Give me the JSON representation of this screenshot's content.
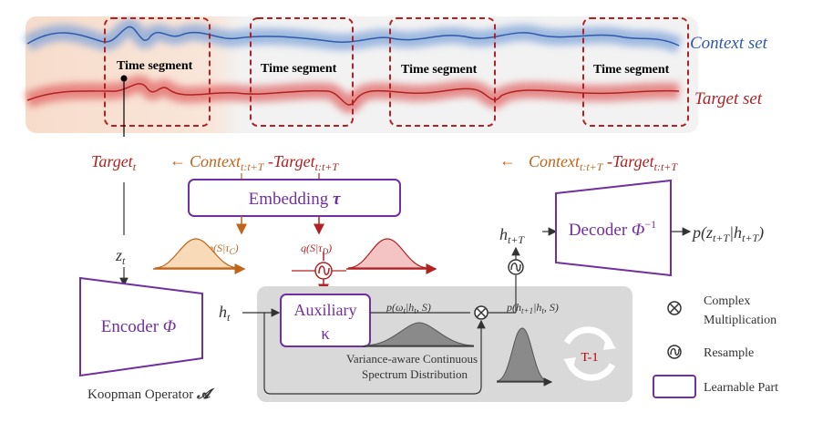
{
  "segments": [
    "Time segment",
    "Time segment",
    "Time segment",
    "Time segment"
  ],
  "series": {
    "context": "Context set",
    "target": "Target set"
  },
  "formula": {
    "target_t": "Target",
    "target_t_sub": "t",
    "context_main": "Context",
    "context_sub": "t:t+T",
    "minus": " -",
    "target_main": "Target",
    "target_sub": "t:t+T",
    "arrow": "←"
  },
  "embedding": {
    "label": "Embedding ",
    "symbol": "τ"
  },
  "latent": {
    "z": "z",
    "z_sub": "t",
    "h": "h",
    "h_sub": "t"
  },
  "encoder": {
    "label": "Encoder ",
    "symbol": "Φ"
  },
  "decoder": {
    "label": "Decoder ",
    "symbol": "Φ",
    "sup": "−1",
    "output": "p(z",
    "output_sub": "t+T",
    "output_rest": "|h",
    "output_sub2": "t+T",
    "output_end": ")",
    "h": "h",
    "h_sub": "t+T"
  },
  "dist": {
    "p_context": "p(S|τ",
    "p_context_sub": "C",
    "q_target": "q(S|τ",
    "q_target_sub": "D",
    "close": ")",
    "omega": "p(ω",
    "omega_sub": "t",
    "omega_rest": "|h",
    "omega_sub2": "t",
    "omega_end": ", S)",
    "next": "p(h",
    "next_sub": "t+1",
    "next_rest": "|h",
    "next_sub2": "t",
    "next_end": ", S)"
  },
  "auxiliary": {
    "label": "Auxiliary",
    "symbol": "κ"
  },
  "spectrum_caption": [
    "Variance-aware Continuous",
    "Spectrum Distribution"
  ],
  "koopman": {
    "label": "Koopman Operator ",
    "symbol": "𝓐"
  },
  "iteration": "T-1",
  "legend": {
    "complex": [
      "Complex",
      "Multiplication"
    ],
    "resample": "Resample",
    "learnable": "Learnable Part"
  },
  "colors": {
    "context": "#2f5aa8",
    "target": "#b22222",
    "orange": "#c0641a",
    "purple": "#7030a0",
    "gray_panel": "#d9d9d9"
  }
}
